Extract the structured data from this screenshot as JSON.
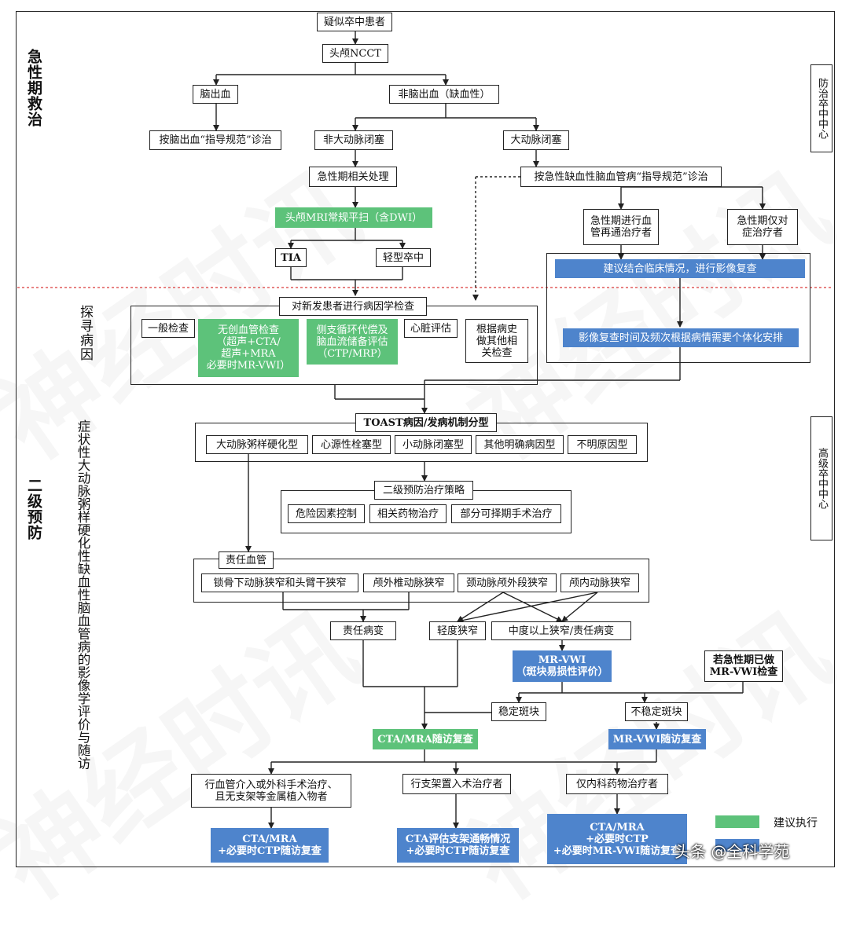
{
  "sections": {
    "acute": "急性期救治",
    "explore": "探寻病因",
    "secondary": "二级预防",
    "desc": "症状性大动脉粥样硬化性缺血性脑血管病的影像学评价与随访"
  },
  "side_labels": {
    "prevention_center": "防治卒中中心",
    "advanced_center": "高级卒中中心"
  },
  "nodes": {
    "suspected": "疑似卒中患者",
    "ncct": "头颅NCCT",
    "hemorrhage": "脑出血",
    "non_hemorrhage": "非脑出血（缺血性）",
    "hemorrhage_guide": "按脑出血“指导规范”诊治",
    "non_large_occl": "非大动脉闭塞",
    "large_occl": "大动脉闭塞",
    "acute_treat": "急性期相关处理",
    "ischemic_guide": "按急性缺血性脑血管病“指导规范”诊治",
    "mri": "头颅MRI常规平扫（含DWI）",
    "tia": "TIA",
    "minor_stroke": "轻型卒中",
    "revasc": "急性期进行血\n管再通治疗者",
    "symptomatic": "急性期仅对\n症治疗者",
    "imaging_recheck": "建议结合临床情况，进行影像复查",
    "etiology_exam": "对新发患者进行病因学检查",
    "general_exam": "一般检查",
    "noninvasive": "无创血管检查\n（超声+CTA/\n超声+MRA\n必要时MR-VWI）",
    "collateral": "侧支循环代偿及\n脑血流储备评估\n（CTP/MRP）",
    "cardiac": "心脏评估",
    "history_exam": "根据病史\n做其他相\n关检查",
    "recheck_time": "影像复查时间及频次根据病情需要个体化安排",
    "toast": "TOAST病因/发病机制分型",
    "laa": "大动脉粥样硬化型",
    "ce": "心源性栓塞型",
    "sao": "小动脉闭塞型",
    "other": "其他明确病因型",
    "unknown": "不明原因型",
    "secondary_strategy": "二级预防治疗策略",
    "risk_control": "危险因素控制",
    "drug_therapy": "相关药物治疗",
    "surgery_option": "部分可择期手术治疗",
    "culprit_vessel": "责任血管",
    "subclavian": "锁骨下动脉狭窄和头臂干狭窄",
    "vertebral": "颅外椎动脉狭窄",
    "carotid_ext": "颈动脉颅外段狭窄",
    "intracranial": "颅内动脉狭窄",
    "culprit_lesion": "责任病变",
    "mild_stenosis": "轻度狭窄",
    "moderate_stenosis": "中度以上狭窄/责任病变",
    "mrvwi": "MR-VWI\n（斑块易损性评价）",
    "acute_mrvwi": "若急性期已做\nMR-VWI检查",
    "stable_plaque": "稳定斑块",
    "unstable_plaque": "不稳定斑块",
    "cta_followup": "CTA/MRA随访复查",
    "mrvwi_followup": "MR-VWI随访复查",
    "interventional": "行血管介入或外科手术治疗、\n且无支架等金属植入物者",
    "stent": "行支架置入术治疗者",
    "medical_only": "仅内科药物治疗者",
    "final_a": "CTA/MRA\n+必要时CTP随访复查",
    "final_b": "CTA评估支架通畅情况\n+必要时CTP随访复查",
    "final_c": "CTA/MRA\n+必要时CTP\n+必要时MR-VWI随访复查"
  },
  "legend": {
    "green_label": "建议执行",
    "green": "#5dc27a",
    "blue": "#4e84cc"
  },
  "watermark": "神经时讯",
  "footer": "头条 @全科学苑"
}
